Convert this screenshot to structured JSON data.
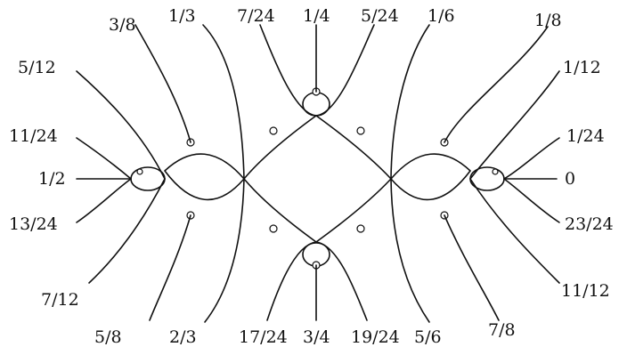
{
  "diagram": {
    "angle_labels": {
      "t0": "0",
      "t1_24": "1/24",
      "t1_12": "1/12",
      "t1_8": "1/8",
      "t1_6": "1/6",
      "t5_24": "5/24",
      "t1_4": "1/4",
      "t7_24": "7/24",
      "t1_3": "1/3",
      "t3_8": "3/8",
      "t5_12": "5/12",
      "t11_24": "11/24",
      "t1_2": "1/2",
      "t13_24": "13/24",
      "t7_12": "7/12",
      "t5_8": "5/8",
      "t2_3": "2/3",
      "t17_24": "17/24",
      "t3_4": "3/4",
      "t19_24": "19/24",
      "t5_6": "5/6",
      "t7_8": "7/8",
      "t11_12": "11/12",
      "t23_24": "23/24"
    }
  }
}
